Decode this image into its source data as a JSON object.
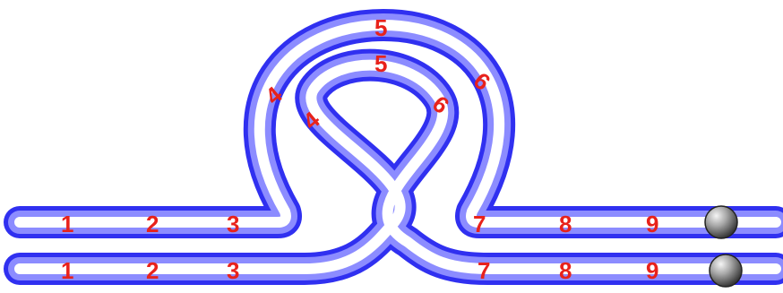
{
  "diagram": {
    "colors": {
      "tube_edge": "#3030f0",
      "tube_mid": "#8c8cff",
      "tube_core": "#ffffff",
      "label": "#e8221b",
      "ball_light": "#f5f5f5",
      "ball_dark": "#3a3a3a"
    },
    "upper_track": {
      "labels": [
        "1",
        "2",
        "3",
        "4",
        "5",
        "6",
        "7",
        "8",
        "9"
      ],
      "ball": "ball"
    },
    "lower_track": {
      "labels": [
        "1",
        "2",
        "3",
        "4",
        "5",
        "6",
        "7",
        "8",
        "9"
      ],
      "ball": "ball"
    }
  }
}
